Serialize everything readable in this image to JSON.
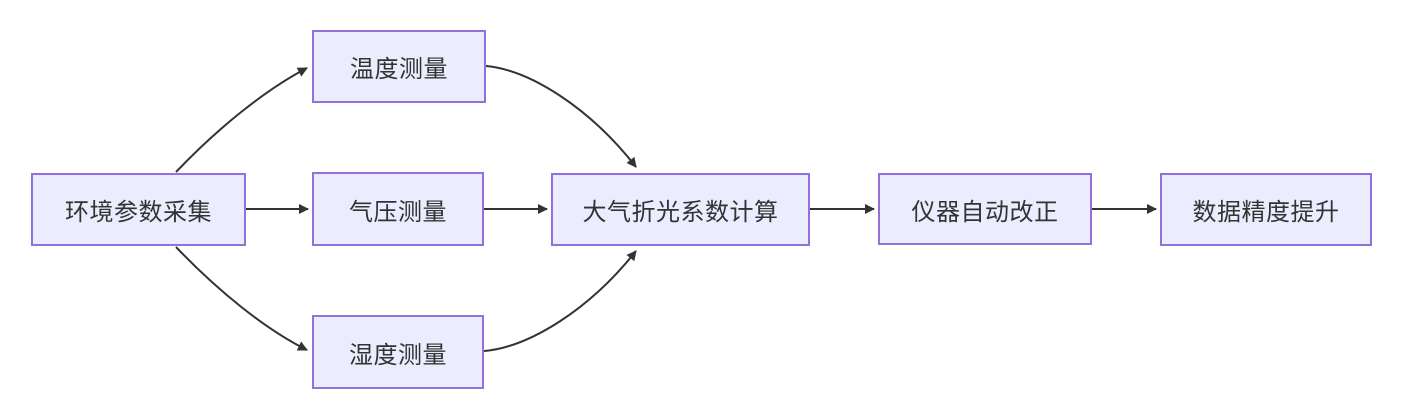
{
  "theme": {
    "background": "#ffffff",
    "node_fill": "#ECECFF",
    "node_border": "#9370DB",
    "text_color": "#333333",
    "edge_color": "#333333"
  },
  "diagram": {
    "type": "flowchart",
    "direction": "left-to-right",
    "nodes": [
      {
        "id": "env",
        "label": "环境参数采集"
      },
      {
        "id": "temp",
        "label": "温度测量"
      },
      {
        "id": "pressure",
        "label": "气压测量"
      },
      {
        "id": "humidity",
        "label": "湿度测量"
      },
      {
        "id": "calc",
        "label": "大气折光系数计算"
      },
      {
        "id": "correct",
        "label": "仪器自动改正"
      },
      {
        "id": "improve",
        "label": "数据精度提升"
      }
    ],
    "edges": [
      {
        "from": "环境参数采集",
        "to": "温度测量"
      },
      {
        "from": "环境参数采集",
        "to": "气压测量"
      },
      {
        "from": "环境参数采集",
        "to": "湿度测量"
      },
      {
        "from": "温度测量",
        "to": "大气折光系数计算"
      },
      {
        "from": "气压测量",
        "to": "大气折光系数计算"
      },
      {
        "from": "湿度测量",
        "to": "大气折光系数计算"
      },
      {
        "from": "大气折光系数计算",
        "to": "仪器自动改正"
      },
      {
        "from": "仪器自动改正",
        "to": "数据精度提升"
      }
    ]
  }
}
